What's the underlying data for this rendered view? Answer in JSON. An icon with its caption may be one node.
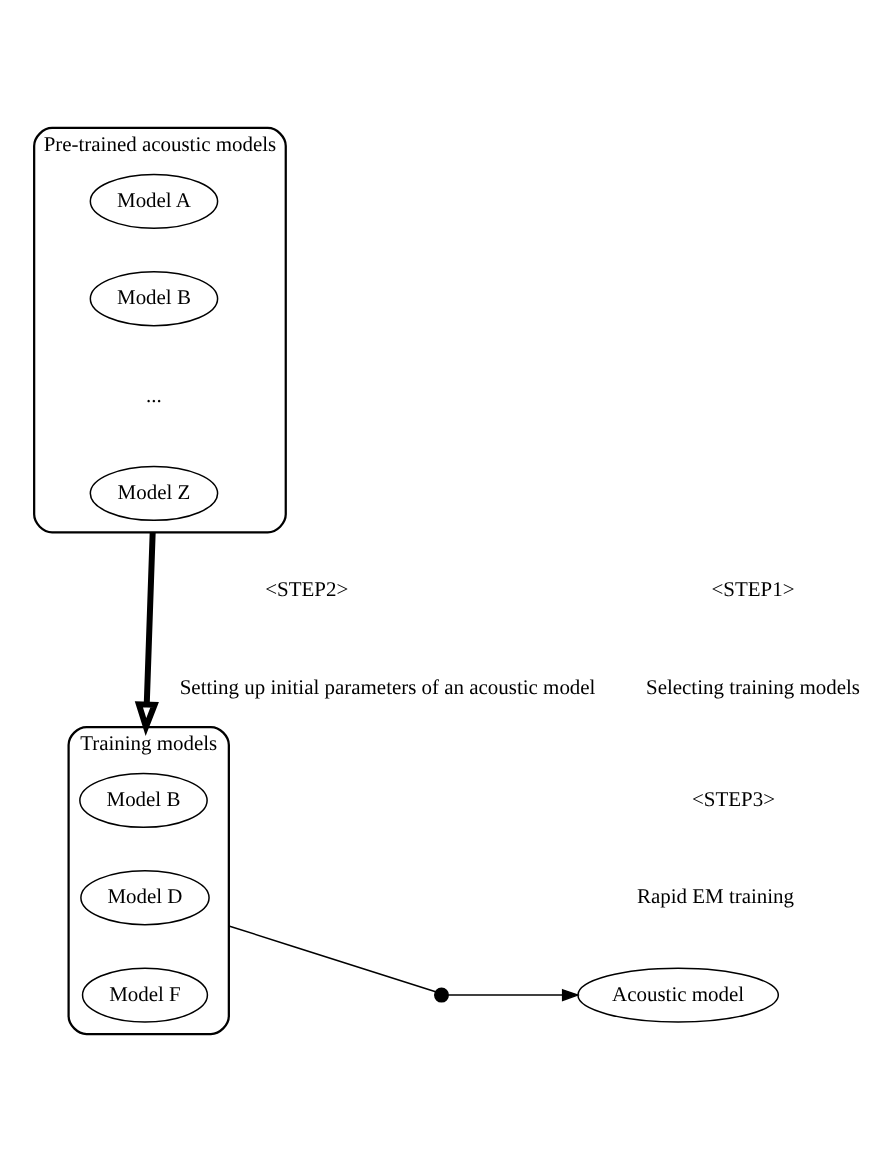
{
  "diagram": {
    "nodes": [
      {
        "text": [
          "Pre-trained acoustic models"
        ]
      },
      {
        "text": [
          "Model A"
        ],
        "in": 0
      },
      {
        "text": [
          "Model B"
        ],
        "in": 0
      },
      {
        "text": [
          "Model Z"
        ],
        "in": 0
      },
      {
        "text": [
          "Training models"
        ]
      },
      {
        "text": [
          "Model B"
        ],
        "in": 4
      },
      {
        "text": [
          "Model D"
        ],
        "in": 4
      },
      {
        "text": [
          "Model F"
        ],
        "in": 4
      },
      {
        "text": [
          "Acoustic model"
        ]
      },
      {
        "text": [],
        "shape": "circle"
      }
    ],
    "edges": [
      {
        "from": 0,
        "to": 4,
        "arrow": "to",
        "style": "thick"
      },
      {
        "from": 4,
        "to": 9,
        "arrow": "none"
      },
      {
        "from": 9,
        "to": 8,
        "arrow": "to"
      }
    ],
    "labels": [
      "...",
      "<STEP2>",
      "Setting up initial parameters of an acoustic model",
      "<STEP1>",
      "Selecting training models",
      "<STEP3>",
      "Rapid EM training"
    ]
  }
}
